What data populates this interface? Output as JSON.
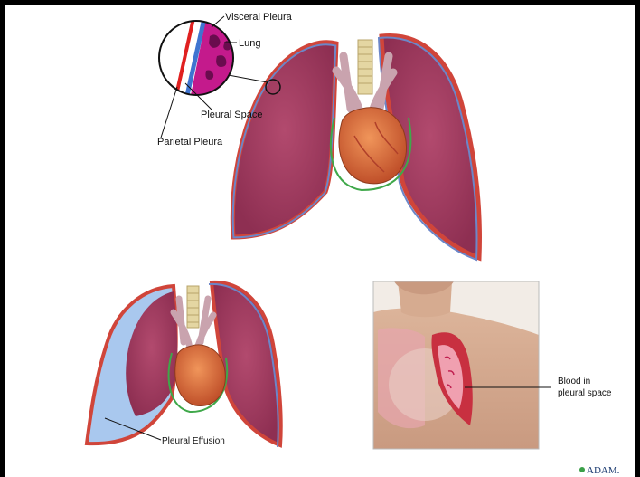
{
  "labels": {
    "visceral_pleura": "Visceral Pleura",
    "lung": "Lung",
    "pleural_space": "Pleural Space",
    "parietal_pleura": "Parietal Pleura",
    "pleural_effusion": "Pleural Effusion",
    "blood_line1": "Blood in",
    "blood_line2": "pleural space",
    "logo": "ADAM."
  },
  "colors": {
    "lung": "#9e3a5c",
    "lung_dark": "#7d2845",
    "pleura_outer": "#c8472e",
    "pleura_inner": "#5a79c8",
    "effusion": "#a9c8ee",
    "heart": "#d6683a",
    "vessel": "#c9a3ae",
    "trachea": "#e4d6a2",
    "parietal_red": "#e02020",
    "visceral_blue": "#3f74d0",
    "lung_tissue": "#c41a8c"
  }
}
